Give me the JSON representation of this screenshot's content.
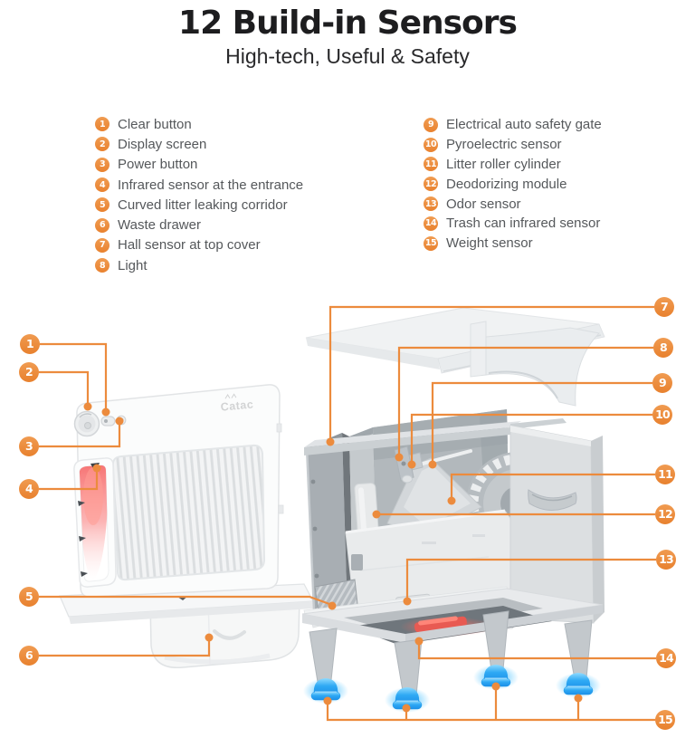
{
  "header": {
    "title": "12 Build-in Sensors",
    "subtitle": "High-tech, Useful & Safety"
  },
  "legend": {
    "left": [
      {
        "num": "1",
        "label": "Clear button"
      },
      {
        "num": "2",
        "label": "Display screen"
      },
      {
        "num": "3",
        "label": "Power button"
      },
      {
        "num": "4",
        "label": "Infrared sensor at the entrance"
      },
      {
        "num": "5",
        "label": "Curved litter leaking corridor"
      },
      {
        "num": "6",
        "label": "Waste drawer"
      },
      {
        "num": "7",
        "label": "Hall sensor at top cover"
      },
      {
        "num": "8",
        "label": "Light"
      }
    ],
    "right": [
      {
        "num": "9",
        "label": "Electrical auto safety gate"
      },
      {
        "num": "10",
        "label": "Pyroelectric sensor"
      },
      {
        "num": "11",
        "label": "Litter roller cylinder"
      },
      {
        "num": "12",
        "label": "Deodorizing module"
      },
      {
        "num": "13",
        "label": "Odor sensor"
      },
      {
        "num": "14",
        "label": "Trash can infrared sensor"
      },
      {
        "num": "15",
        "label": "Weight sensor"
      }
    ]
  },
  "diagram": {
    "callout_numbers": [
      "1",
      "2",
      "3",
      "4",
      "5",
      "6",
      "7",
      "8",
      "9",
      "10",
      "11",
      "12",
      "13",
      "14",
      "15"
    ],
    "brand_logo": "Catac"
  },
  "colors": {
    "accent_orange": "#EC8B3D",
    "ir_beam_red": "#F66C6C",
    "trash_sensor_red": "#E85A52",
    "weight_sensor_blue": "#2BA6F2"
  }
}
